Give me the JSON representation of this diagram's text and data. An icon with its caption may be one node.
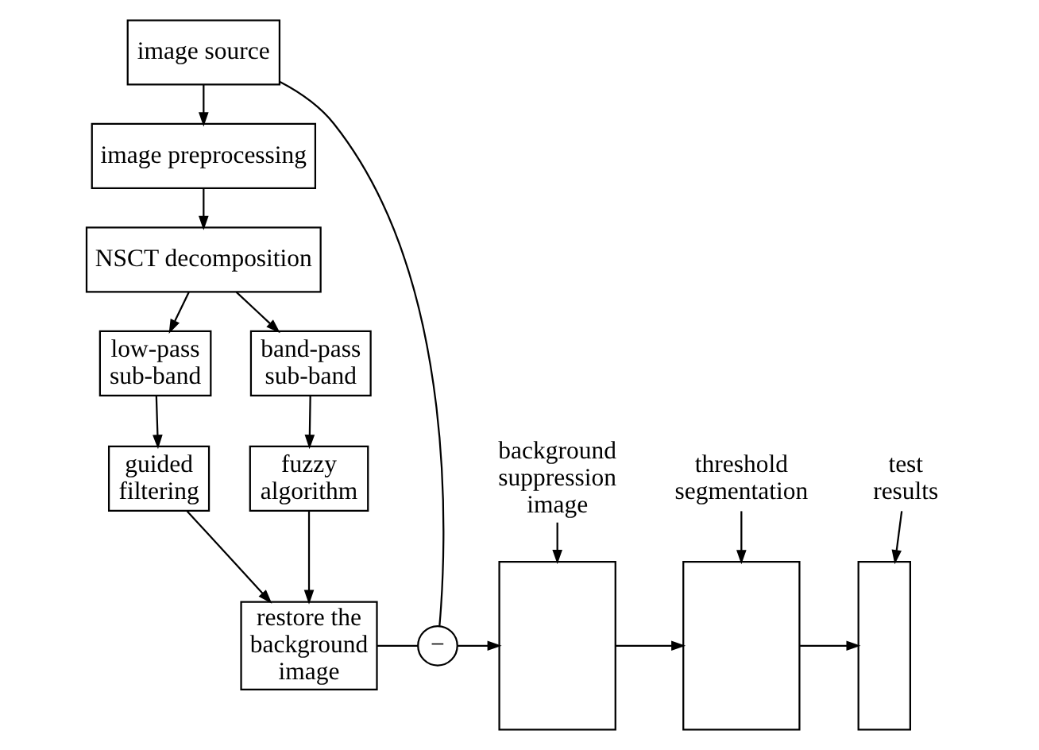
{
  "diagram": {
    "nodes": [
      {
        "text": [
          "image source"
        ]
      },
      {
        "text": [
          "image preprocessing"
        ]
      },
      {
        "text": [
          "NSCT decomposition"
        ]
      },
      {
        "text": [
          "low-pass sub-band"
        ]
      },
      {
        "text": [
          "band-pass sub-band"
        ]
      },
      {
        "text": [
          "guided filtering"
        ]
      },
      {
        "text": [
          "fuzzy algorithm"
        ]
      },
      {
        "text": [
          "restore the background image"
        ]
      },
      {
        "text": [
          "−"
        ]
      },
      {
        "text": [],
        "shape": "box"
      },
      {
        "text": [],
        "shape": "box"
      },
      {
        "text": [],
        "shape": "box"
      },
      {
        "text": [
          "background suppression image"
        ]
      },
      {
        "text": [
          "threshold segmentation"
        ]
      },
      {
        "text": [
          "test results"
        ]
      }
    ],
    "edges": [
      {
        "from": 0,
        "to": 1,
        "arrow": "to"
      },
      {
        "from": 1,
        "to": 2,
        "arrow": "to"
      },
      {
        "from": 2,
        "to": 3,
        "arrow": "to"
      },
      {
        "from": 2,
        "to": 4,
        "arrow": "to"
      },
      {
        "from": 3,
        "to": 5,
        "arrow": "to"
      },
      {
        "from": 4,
        "to": 6,
        "arrow": "to"
      },
      {
        "from": 5,
        "to": 7,
        "arrow": "to"
      },
      {
        "from": 6,
        "to": 7,
        "arrow": "to"
      },
      {
        "from": 0,
        "to": 8,
        "arrow": "none"
      },
      {
        "from": 7,
        "to": 8,
        "arrow": "none"
      },
      {
        "from": 8,
        "to": 9,
        "arrow": "to"
      },
      {
        "from": 9,
        "to": 10,
        "arrow": "to"
      },
      {
        "from": 10,
        "to": 11,
        "arrow": "to"
      },
      {
        "from": 12,
        "to": 9,
        "arrow": "to"
      },
      {
        "from": 13,
        "to": 10,
        "arrow": "to"
      },
      {
        "from": 14,
        "to": 11,
        "arrow": "to"
      }
    ]
  }
}
